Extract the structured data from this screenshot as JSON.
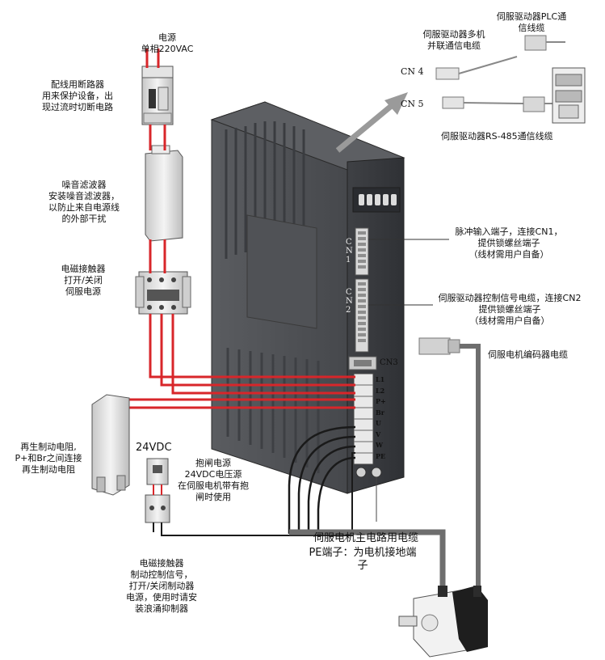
{
  "colors": {
    "power_wire": "#d8262a",
    "ground_wire": "#1a1a1a",
    "driver_body": "#4a4c50",
    "driver_front": "#3b3d41",
    "terminal": "#e6e6e6",
    "arrow": "#9a9a9a",
    "motor_cable": "#6e6e6e"
  },
  "labels": {
    "power": "电源\n单相220VAC",
    "breaker": "配线用断路器\n用来保护设备，出\n现过流时切断电路",
    "filter": "噪音滤波器\n安装噪音滤波器，\n以防止来自电源线\n的外部干扰",
    "contactor": "电磁接触器\n打开/关闭\n伺服电源",
    "regen": "再生制动电阻,\nP+和Br之间连接\n再生制动电阻",
    "v24_title": "24VDC",
    "brake_power": "抱闸电源\n24VDC电压源\n在伺服电机带有抱\n闸时使用",
    "brake_contactor": "电磁接触器\n制动控制信号，\n打开/关闭制动器\n电源，使用时请安\n装浪涌抑制器",
    "plc_cable": "伺服驱动器PLC通\n信线缆",
    "multi_parallel": "伺服驱动器多机\n并联通信电缆",
    "cn4": "CN 4",
    "cn5": "CN 5",
    "rs485": "伺服驱动器RS-485通信线缆",
    "pulse_input": "脉冲输入端子，连接CN1，\n提供锁螺丝端子\n（线材需用户自备）",
    "control_signal": "伺服驱动器控制信号电缆，连接CN2\n提供锁螺丝端子\n（线材需用户自备）",
    "encoder_cable": "伺服电机编码器电缆",
    "motor_main": "伺服电机主电路用电缆",
    "pe_terminal": "PE端子：为电机接地端\n子"
  },
  "driver": {
    "cn1": "C\nN\n1",
    "cn2": "C\nN\n2",
    "cn3": "CN3",
    "terminals": [
      "L1",
      "L2",
      "P+",
      "Br",
      "U",
      "V",
      "W",
      "PE"
    ]
  }
}
